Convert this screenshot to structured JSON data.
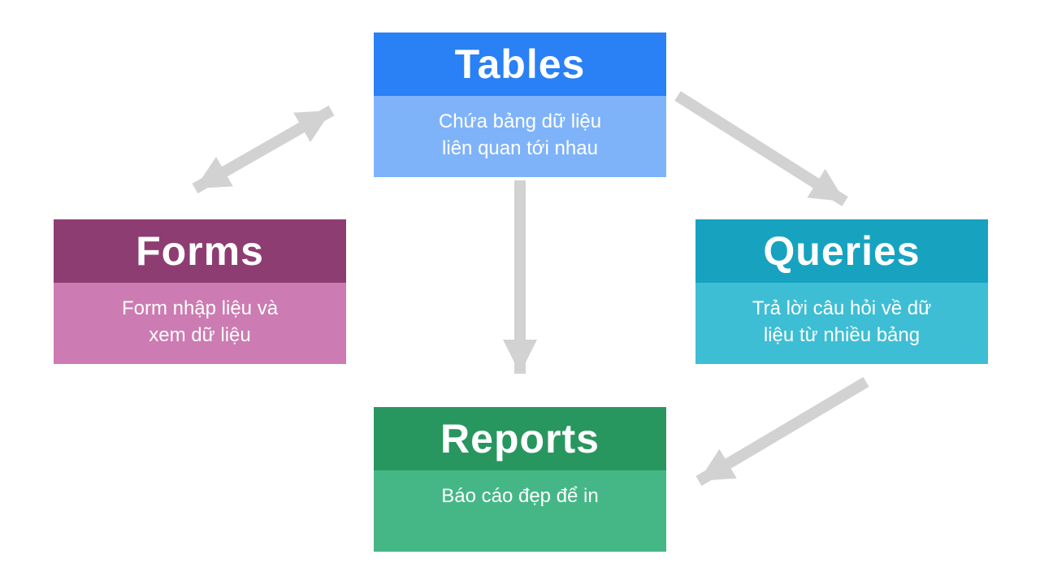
{
  "diagram": {
    "background_color": "#ffffff",
    "arrow_color": "#d2d2d2",
    "nodes": {
      "tables": {
        "title": "Tables",
        "description": "Chứa bảng dữ liệu liên quan tới nhau",
        "description_lines": [
          "Chứa bảng dữ liệu",
          "liên quan tới nhau"
        ],
        "header_color": "#2a80f5",
        "body_color": "#7fb3f9"
      },
      "forms": {
        "title": "Forms",
        "description": "Form nhập liệu và xem dữ liệu",
        "description_lines": [
          "Form nhập liệu và",
          "xem dữ liệu"
        ],
        "header_color": "#8e3d73",
        "body_color": "#cc7cb2"
      },
      "queries": {
        "title": "Queries",
        "description": "Trả lời câu hỏi về dữ liệu từ nhiều bảng",
        "description_lines": [
          "Trả lời câu hỏi về dữ",
          "liệu từ nhiều bảng"
        ],
        "header_color": "#17a3bf",
        "body_color": "#3ebed4"
      },
      "reports": {
        "title": "Reports",
        "description": "Báo cáo đẹp để in",
        "description_lines": [
          "Báo cáo đẹp để in"
        ],
        "header_color": "#28965f",
        "body_color": "#45b786"
      }
    },
    "edges": [
      {
        "from": "Forms",
        "to": "Tables",
        "bidirectional": true
      },
      {
        "from": "Tables",
        "to": "Queries",
        "bidirectional": false
      },
      {
        "from": "Tables",
        "to": "Reports",
        "bidirectional": false
      },
      {
        "from": "Queries",
        "to": "Reports",
        "bidirectional": false
      }
    ]
  }
}
